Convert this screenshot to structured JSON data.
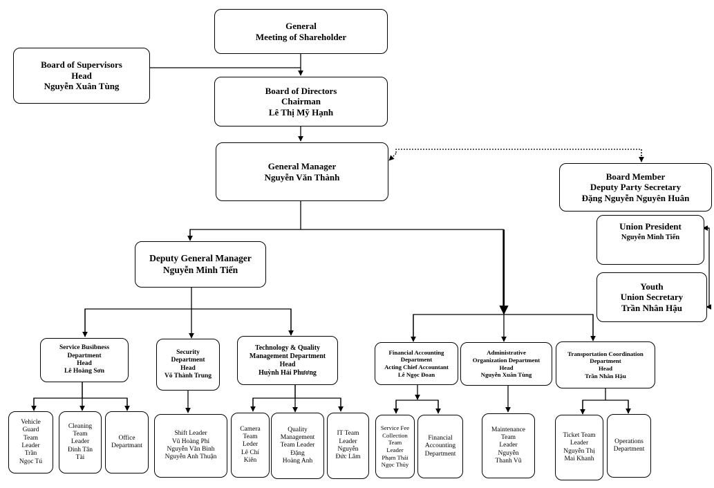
{
  "nodes": {
    "general_meeting": {
      "lines": [
        "General",
        "Meeting of Shareholder"
      ]
    },
    "board_supervisors": {
      "lines": [
        "Board of Supervisors",
        "Head",
        "Nguyễn Xuân Tùng"
      ]
    },
    "board_directors": {
      "lines": [
        "Board of Directors",
        "Chairman",
        "Lê Thị Mỹ Hạnh"
      ]
    },
    "general_manager": {
      "lines": [
        "General Manager",
        "Nguyễn Văn Thành"
      ]
    },
    "board_member": {
      "lines": [
        "Board Member",
        "Deputy Party Secretary",
        "Đặng Nguyễn Nguyên Huân"
      ]
    },
    "union_president": {
      "lines": [
        "Union President",
        "Nguyễn Minh Tiến"
      ]
    },
    "youth_union": {
      "lines": [
        "Youth",
        "Union Secretary",
        "Trần Nhân Hậu"
      ]
    },
    "deputy_gm": {
      "lines": [
        "Deputy General Manager",
        "Nguyễn Minh Tiến"
      ]
    },
    "service_business": {
      "lines": [
        "Service Busibness",
        "Department",
        "Head",
        "Lê Hoàng Sơn"
      ]
    },
    "security": {
      "lines": [
        "Security",
        "Department",
        "Head",
        "Võ Thành Trung"
      ]
    },
    "tech_quality": {
      "lines": [
        "Technology & Quality",
        "Management Department",
        "Head",
        "Huỳnh Hải Phương"
      ]
    },
    "financial_accounting": {
      "lines": [
        "Financial Accounting",
        "Department",
        "Acting Chief Accountant",
        "Lê Ngọc Đoan"
      ]
    },
    "administrative": {
      "lines": [
        "Administrative",
        "Organization Department",
        "Head",
        "Nguyễn Xuân Tùng"
      ]
    },
    "transportation": {
      "lines": [
        "Transportation Coordination",
        "Department",
        "Head",
        "Trần Nhân Hậu"
      ]
    },
    "vehicle_guard": {
      "lines": [
        "Vehicle",
        "Guard",
        "Team",
        "Leader",
        "Trần",
        "Ngọc Tú"
      ]
    },
    "cleaning_team": {
      "lines": [
        "Cleaning",
        "Team",
        "Leader",
        "Đinh Tân",
        "Tài"
      ]
    },
    "office_dept": {
      "lines": [
        "Office",
        "Departmant"
      ]
    },
    "shift_leader": {
      "lines": [
        "Shift Leader",
        "Vũ Hoàng Phi",
        "Nguyễn Văn Bình",
        "Nguyễn Anh Thuận"
      ]
    },
    "camera_team": {
      "lines": [
        "Camera",
        "Team",
        "Leder",
        "Lê Chí",
        "Kiên"
      ]
    },
    "quality_mgmt": {
      "lines": [
        "Quality",
        "Management",
        "Team Leader",
        "Đặng",
        "Hoàng Anh"
      ]
    },
    "it_team": {
      "lines": [
        "IT Team",
        "Leader",
        "Nguyễn",
        "Đức Lâm"
      ]
    },
    "service_fee": {
      "lines": [
        "Service Fee",
        "Collection",
        "Team",
        "Leader",
        "Phạm Thái",
        "Ngọc Thủy"
      ]
    },
    "financial_accounting_sub": {
      "lines": [
        "Financial",
        "Accounting",
        "Department"
      ]
    },
    "maintenance": {
      "lines": [
        "Maintenance",
        "Team",
        "Leader",
        "Nguyễn",
        "Thanh Vũ"
      ]
    },
    "ticket_team": {
      "lines": [
        "Ticket Team",
        "Leader",
        "Nguyễn Thị",
        "Mai Khanh"
      ]
    },
    "operations": {
      "lines": [
        "Operations",
        "Department"
      ]
    }
  }
}
